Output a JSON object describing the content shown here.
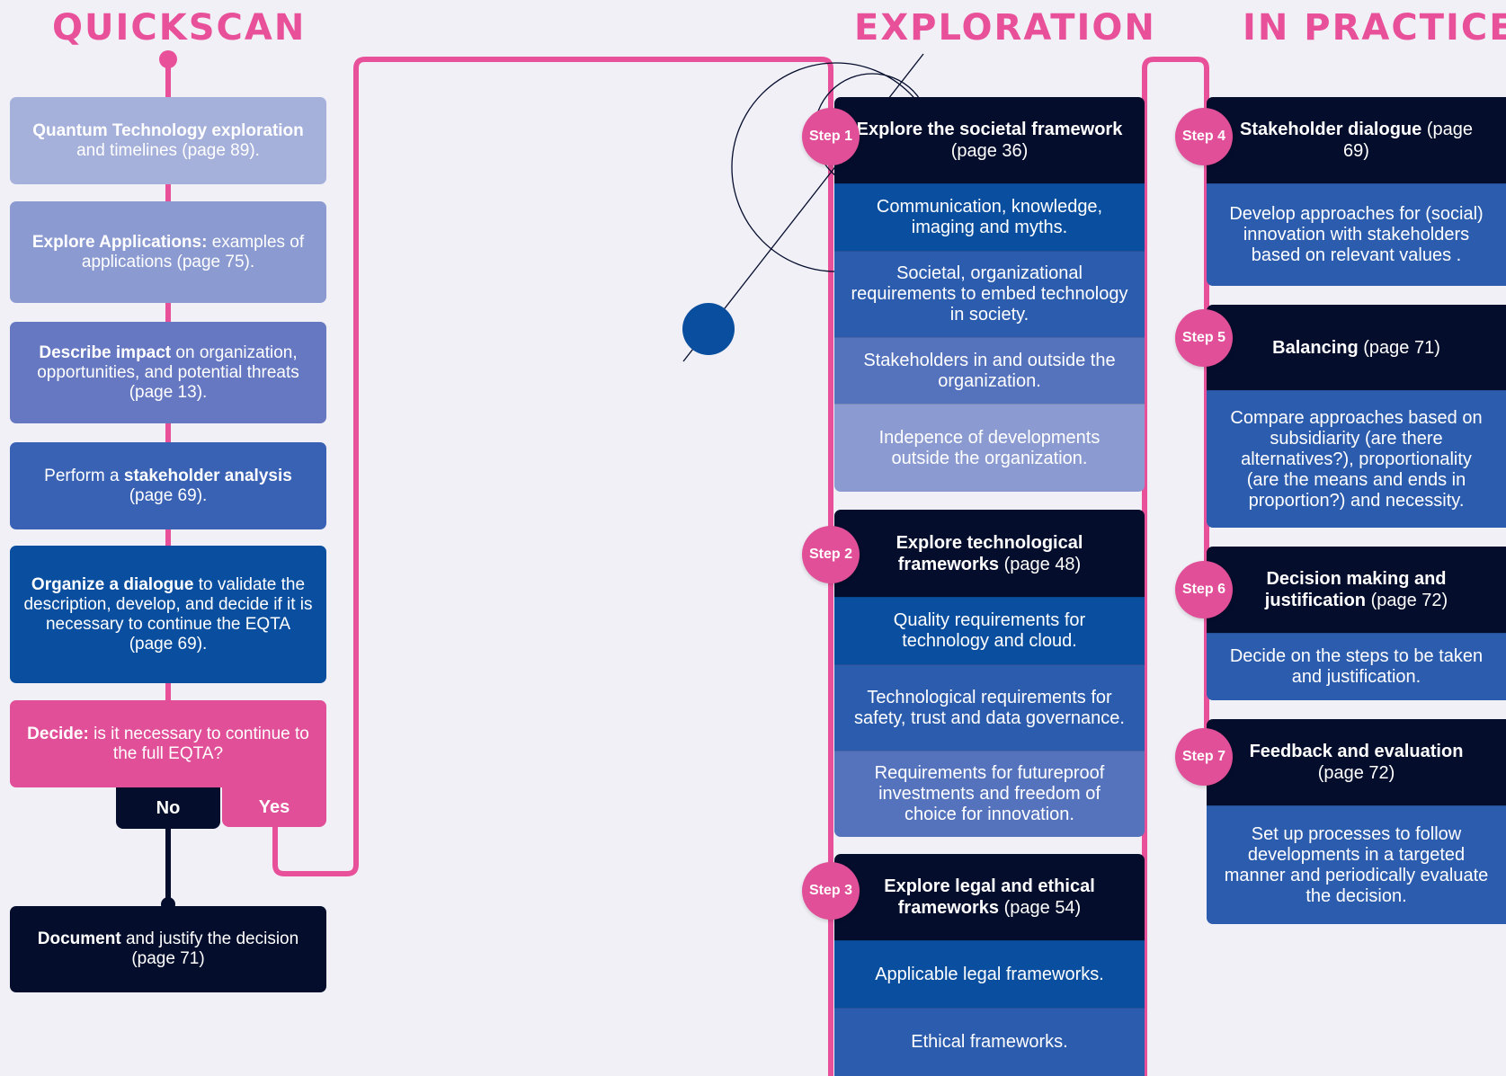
{
  "headings": {
    "quickscan": "QUICKSCAN",
    "exploration": "EXPLORATION",
    "in_practice": "IN PRACTICE"
  },
  "colors": {
    "accent_pink": "#e14f98",
    "navy": "#040d2c",
    "blue": "#0a4f9f",
    "background": "#f1f0f7"
  },
  "quickscan": {
    "boxes": [
      {
        "bold": "Quantum Technology exploration",
        "text": " and timelines (page 89)."
      },
      {
        "bold": "Explore Applications:",
        "text": " examples of applications (page 75)."
      },
      {
        "bold": "Describe impact",
        "text": " on organization, opportunities, and potential threats (page 13)."
      },
      {
        "pre": "Perform a ",
        "bold": "stakeholder analysis",
        "text": " (page 69)."
      },
      {
        "bold": "Organize a dialogue",
        "text": " to validate the description, develop, and decide if it is necessary to continue the EQTA (page 69)."
      },
      {
        "bold": "Decide:",
        "text": " is it necessary to continue to the full EQTA?"
      }
    ],
    "no_label": "No",
    "yes_label": "Yes",
    "document": {
      "bold": "Document",
      "text": " and justify the decision (page 71)"
    }
  },
  "exploration": [
    {
      "step": "Step 1",
      "title_bold": "Explore the societal framework",
      "title_page": " (page 36)",
      "items": [
        "Communication, knowledge, imaging and myths.",
        "Societal, organizational requirements to embed technology in society.",
        "Stakeholders in and outside the organization.",
        "Indepence of developments outside the organization."
      ]
    },
    {
      "step": "Step 2",
      "title_bold": "Explore technological frameworks",
      "title_page": " (page 48)",
      "items": [
        "Quality requirements for technology and cloud.",
        "Technological requirements for safety, trust and data governance.",
        "Requirements for futureproof investments and freedom of choice for innovation."
      ]
    },
    {
      "step": "Step 3",
      "title_bold": "Explore legal and ethical frameworks",
      "title_page": " (page 54)",
      "items": [
        "Applicable legal frameworks.",
        "Ethical frameworks."
      ]
    }
  ],
  "in_practice": [
    {
      "step": "Step 4",
      "title_bold": "Stakeholder dialogue",
      "title_page": " (page 69)",
      "items": [
        "Develop approaches for (social) innovation with stakeholders based on relevant values ."
      ]
    },
    {
      "step": "Step 5",
      "title_bold": "Balancing",
      "title_page": " (page 71)",
      "items": [
        "Compare approaches based on subsidiarity (are there alternatives?), proportionality (are the means and ends in proportion?) and necessity."
      ]
    },
    {
      "step": "Step 6",
      "title_bold": "Decision making and justification",
      "title_page": " (page 72)",
      "items": [
        "Decide on the steps to be taken and justification."
      ]
    },
    {
      "step": "Step 7",
      "title_bold": "Feedback and evaluation",
      "title_page": " (page 72)",
      "items": [
        "Set up processes to follow developments in a targeted manner and periodically evaluate the decision."
      ]
    }
  ]
}
